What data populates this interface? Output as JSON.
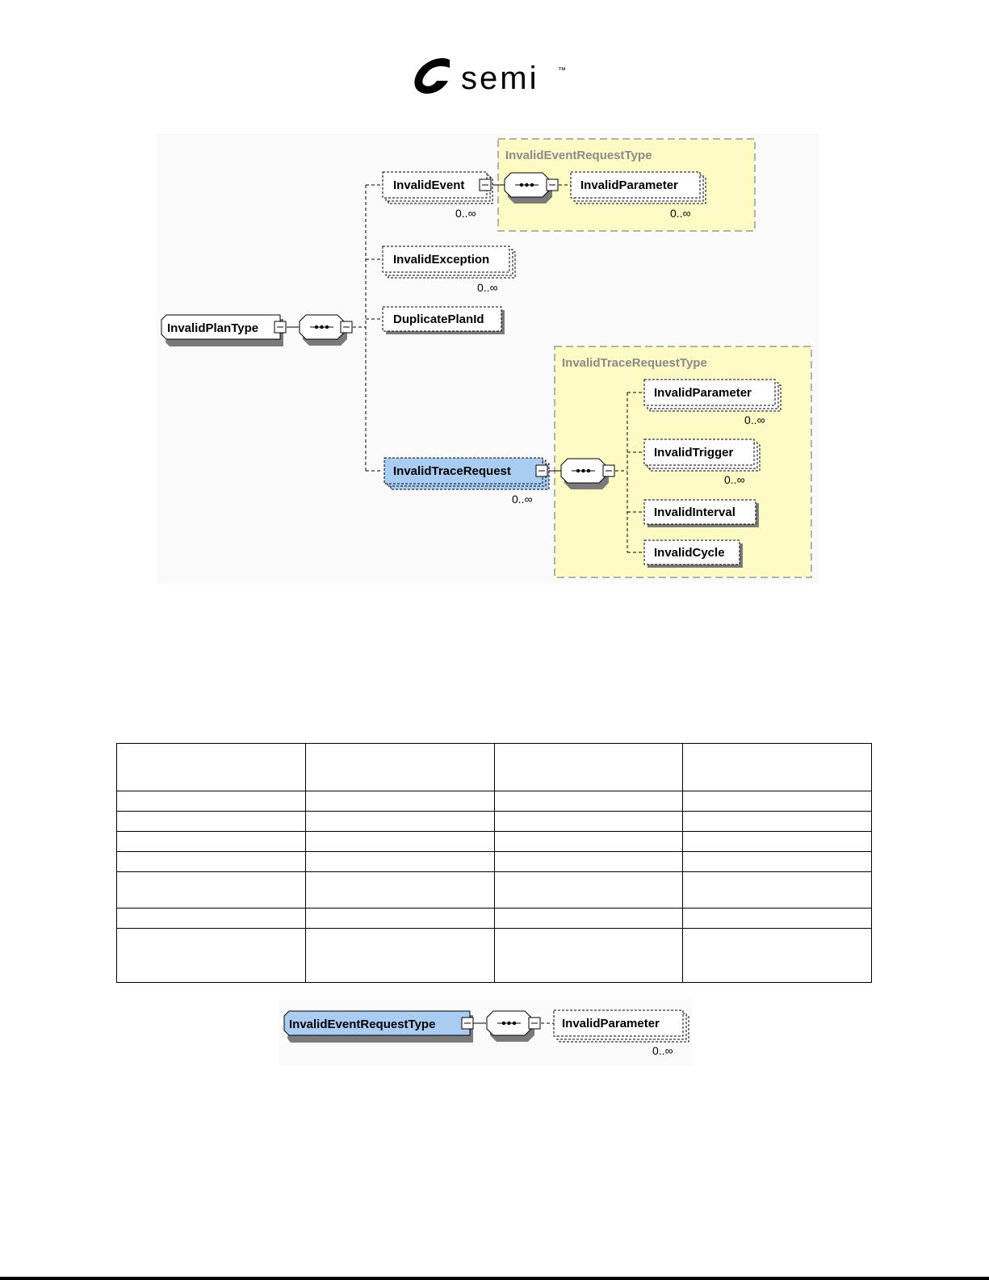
{
  "logo": {
    "text": "semi",
    "trademark": "™"
  },
  "diagram_main": {
    "root": "InvalidPlanType",
    "children": {
      "invalid_event": {
        "label": "InvalidEvent",
        "cardinality": "0..∞"
      },
      "invalid_exception": {
        "label": "InvalidException",
        "cardinality": "0..∞"
      },
      "duplicate_plan_id": {
        "label": "DuplicatePlanId"
      },
      "invalid_trace_request": {
        "label": "InvalidTraceRequest",
        "cardinality": "0..∞"
      }
    },
    "event_group": {
      "type_name": "InvalidEventRequestType",
      "param": {
        "label": "InvalidParameter",
        "cardinality": "0..∞"
      }
    },
    "trace_group": {
      "type_name": "InvalidTraceRequestType",
      "items": {
        "param": {
          "label": "InvalidParameter",
          "cardinality": "0..∞"
        },
        "trigger": {
          "label": "InvalidTrigger",
          "cardinality": "0..∞"
        },
        "interval": {
          "label": "InvalidInterval"
        },
        "cycle": {
          "label": "InvalidCycle"
        }
      }
    }
  },
  "table": {
    "columns": 4,
    "rows": [
      [
        "",
        "",
        "",
        ""
      ],
      [
        "",
        "",
        "",
        ""
      ],
      [
        "",
        "",
        "",
        ""
      ],
      [
        "",
        "",
        "",
        ""
      ],
      [
        "",
        "",
        "",
        ""
      ],
      [
        "",
        "",
        "",
        ""
      ],
      [
        "",
        "",
        "",
        ""
      ],
      [
        "",
        "",
        "",
        ""
      ]
    ]
  },
  "diagram_secondary": {
    "root": "InvalidEventRequestType",
    "child": {
      "label": "InvalidParameter",
      "cardinality": "0..∞"
    }
  },
  "colors": {
    "group_fill": "#fdfbc3",
    "group_border": "#9a9a9a",
    "highlight_fill": "#a9cdf2",
    "shadow": "#7a7a7a",
    "panel_bg": "#fafafa"
  }
}
